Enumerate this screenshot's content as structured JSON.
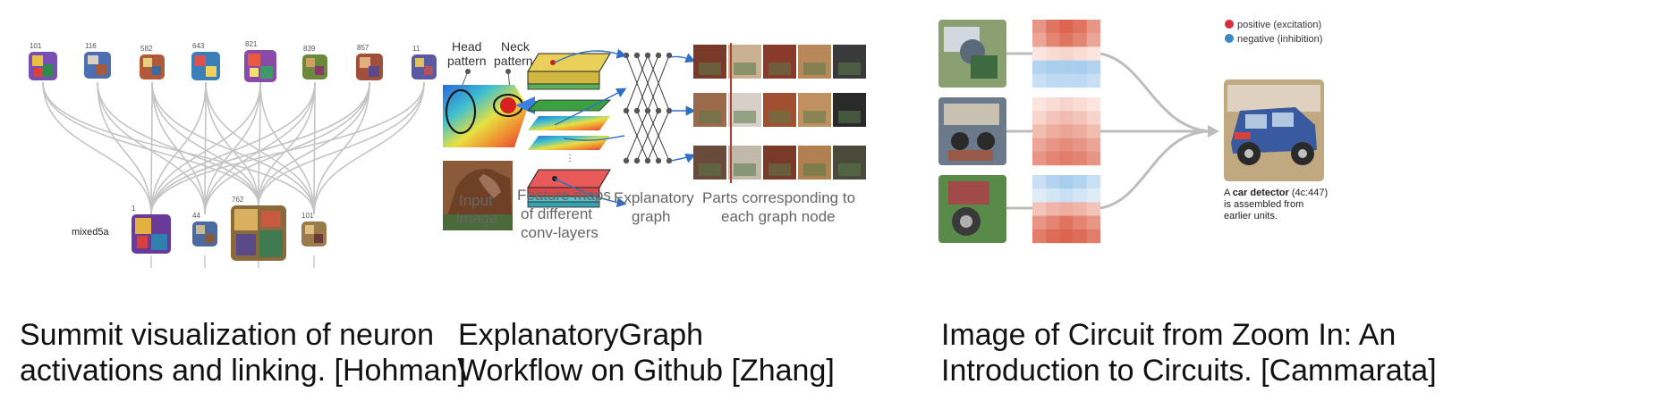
{
  "summit": {
    "top_ids": [
      "101",
      "116",
      "582",
      "643",
      "821",
      "839",
      "857",
      "11"
    ],
    "bottom_ids": [
      "1",
      "44",
      "762",
      "101"
    ],
    "layer_label": "mixed5a",
    "caption_line1": "Summit visualization of neuron",
    "caption_line2": "activations and linking. [Hohman]"
  },
  "explanatory": {
    "head_label_1": "Head",
    "head_label_2": "pattern",
    "neck_label_1": "Neck",
    "neck_label_2": "pattern",
    "input_label_1": "Input",
    "input_label_2": "image",
    "feature_label_1": "Feature maps",
    "feature_label_2": "of different",
    "feature_label_3": "conv-layers",
    "graph_label_1": "Explanatory",
    "graph_label_2": "graph",
    "parts_label_1": "Parts corresponding to",
    "parts_label_2": "each graph node",
    "caption_line1": "ExplanatoryGraph",
    "caption_line2": "Workflow on Github [Zhang]"
  },
  "circuit": {
    "legend_positive": "positive (excitation)",
    "legend_negative": "negative (inhibition)",
    "positive_color": "#d6303f",
    "negative_color": "#3a88c8",
    "detector_prefix": "A ",
    "detector_bold": "car detector",
    "detector_suffix": " (4c:447)",
    "detector_line2": "is assembled from",
    "detector_line3": "earlier units.",
    "caption_line1": "Image of Circuit from Zoom In: An",
    "caption_line2": "Introduction to Circuits. [Cammarata]"
  }
}
